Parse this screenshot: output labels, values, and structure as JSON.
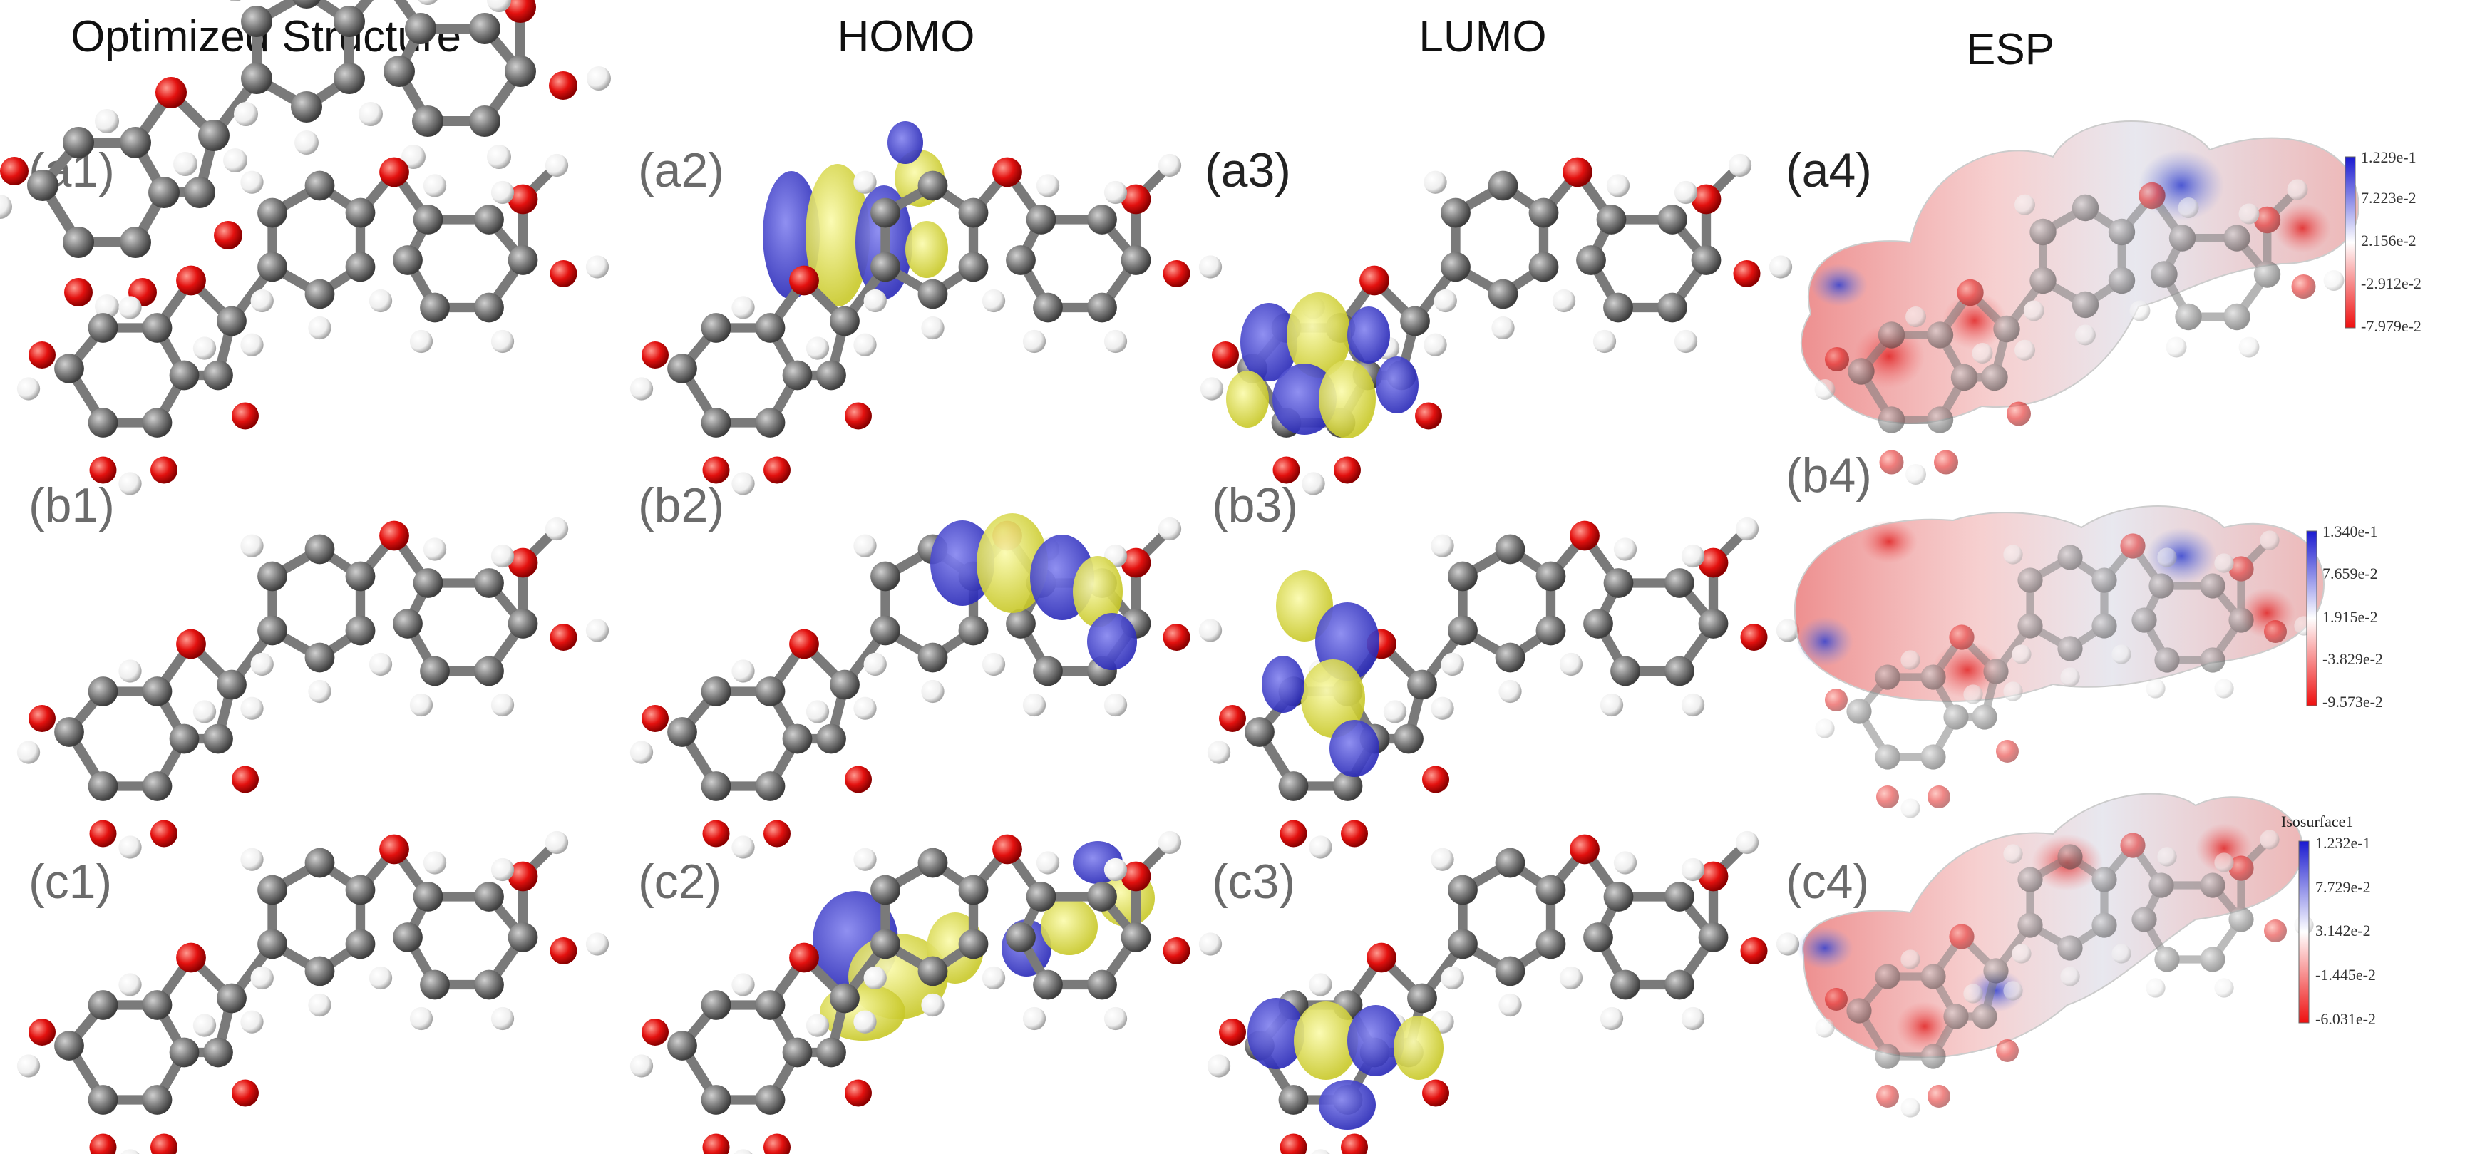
{
  "column_titles": {
    "optimized": "Optimized Structure",
    "homo": "HOMO",
    "lumo": "LUMO",
    "esp": "ESP"
  },
  "panels": {
    "a1": "(a1)",
    "a2": "(a2)",
    "a3": "(a3)",
    "a4": "(a4)",
    "b1": "(b1)",
    "b2": "(b2)",
    "b3": "(b3)",
    "b4": "(b4)",
    "c1": "(c1)",
    "c2": "(c2)",
    "c3": "(c3)",
    "c4": "(c4)"
  },
  "colorbars": {
    "a": {
      "ticks": [
        "1.229e-1",
        "7.223e-2",
        "2.156e-2",
        "-2.912e-2",
        "-7.979e-2"
      ]
    },
    "b": {
      "ticks": [
        "1.340e-1",
        "7.659e-2",
        "1.915e-2",
        "-3.829e-2",
        "-9.573e-2"
      ]
    },
    "c": {
      "title": "Isosurface1",
      "ticks": [
        "1.232e-1",
        "7.729e-2",
        "3.142e-2",
        "-1.445e-2",
        "-6.031e-2"
      ]
    }
  },
  "colors": {
    "carbon": "#7a7a7a",
    "oxygen": "#e3110f",
    "hydrogen": "#ffffff",
    "orbital_positive": "#3b3bd0",
    "orbital_negative": "#e6e64a",
    "esp_negative": "#e02020",
    "esp_positive": "#2030c8"
  }
}
